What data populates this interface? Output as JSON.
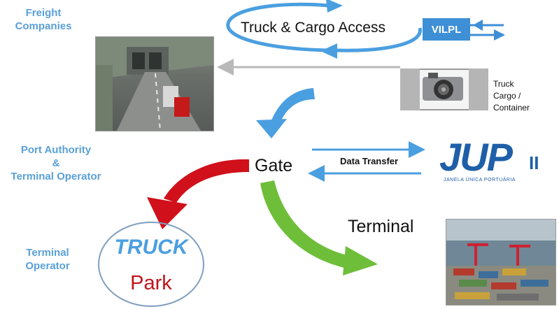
{
  "labels": {
    "freight_line1": "Freight",
    "freight_line2": "Companies",
    "port_line1": "Port  Authority",
    "port_line2": "&",
    "port_line3": "Terminal Operator",
    "terminal_operator_line1": "Terminal",
    "terminal_operator_line2": "Operator",
    "truck_cargo_access": "Truck & Cargo Access",
    "vilpl": "VILPL",
    "camera_line1": "Truck",
    "camera_line2": "Cargo /",
    "camera_line3": "Container",
    "gate": "Gate",
    "data_transfer": "Data Transfer",
    "terminal": "Terminal",
    "truck": "TRUCK",
    "park": "Park",
    "jup": "JUP",
    "jup_sub": "JANELA ÚNICA PORTUÁRIA"
  },
  "colors": {
    "role_text": "#5aa0d8",
    "blue_arrow": "#4a9fe0",
    "red_arrow": "#d0101a",
    "green_arrow": "#6fbe3a",
    "vilpl_box": "#3e8fd6",
    "jup_blue": "#1f5fa8",
    "truck_blue": "#4a9fe0",
    "park_red": "#c0141c"
  },
  "icons": {
    "camera": "camera-icon",
    "vilpl_arrows": "bidirectional-arrows-icon"
  }
}
